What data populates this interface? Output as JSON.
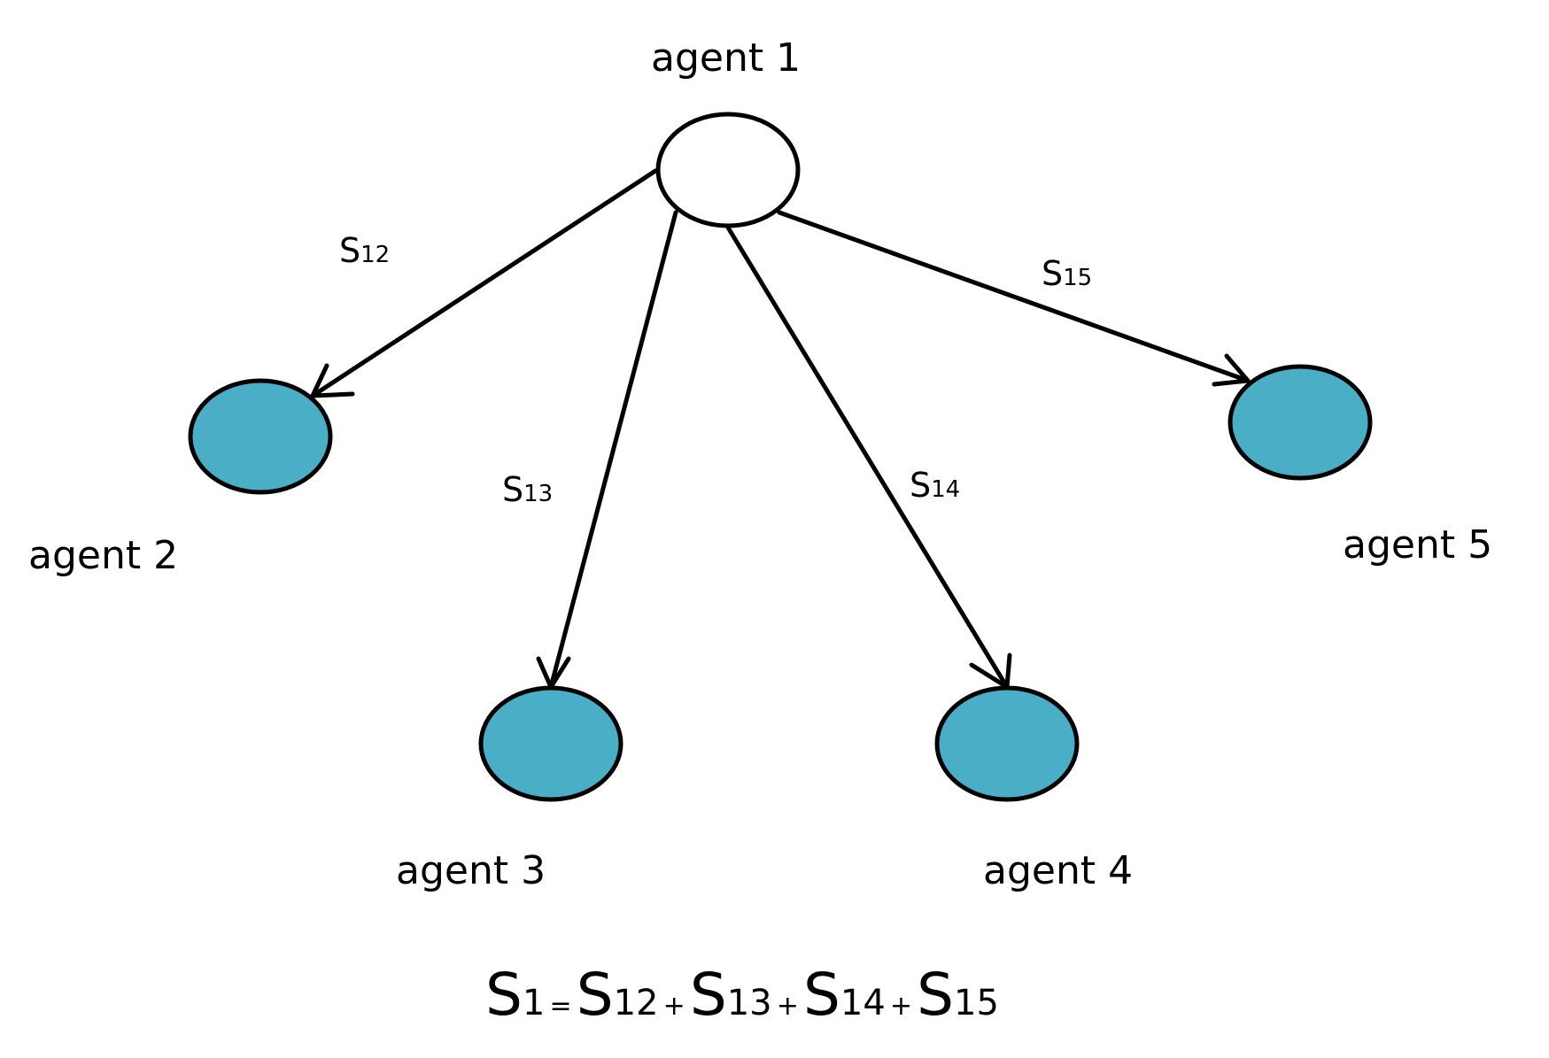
{
  "colors": {
    "source_fill": "#ffffff",
    "target_fill": "#4aaec6",
    "stroke": "#000000"
  },
  "nodes": {
    "agent1": {
      "label": "agent 1"
    },
    "agent2": {
      "label": "agent 2"
    },
    "agent3": {
      "label": "agent 3"
    },
    "agent4": {
      "label": "agent 4"
    },
    "agent5": {
      "label": "agent 5"
    }
  },
  "edges": {
    "e12": {
      "from": "agent 1",
      "to": "agent 2",
      "label_main": "S",
      "label_sub": "12"
    },
    "e13": {
      "from": "agent 1",
      "to": "agent 3",
      "label_main": "S",
      "label_sub": "13"
    },
    "e14": {
      "from": "agent 1",
      "to": "agent 4",
      "label_main": "S",
      "label_sub": "14"
    },
    "e15": {
      "from": "agent 1",
      "to": "agent 5",
      "label_main": "S",
      "label_sub": "15"
    }
  },
  "formula": {
    "lhs_main": "S",
    "lhs_sub": "1",
    "eq": "=",
    "terms": [
      {
        "main": "S",
        "sub": "12"
      },
      {
        "main": "S",
        "sub": "13"
      },
      {
        "main": "S",
        "sub": "14"
      },
      {
        "main": "S",
        "sub": "15"
      }
    ],
    "plus": "+"
  }
}
